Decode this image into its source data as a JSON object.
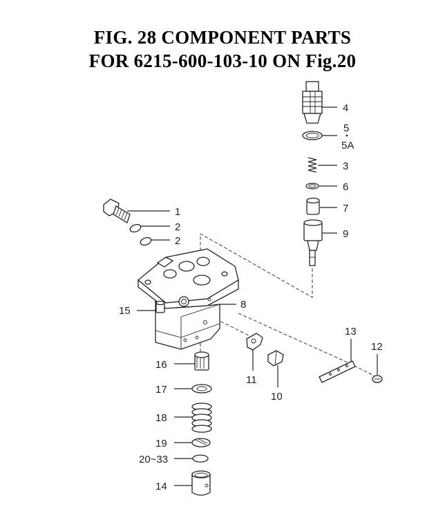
{
  "title": {
    "line1": "FIG. 28  COMPONENT PARTS",
    "line2": "FOR 6215-600-103-10 ON Fig.20"
  },
  "callouts": {
    "c1": "1",
    "c2a": "2",
    "c2b": "2",
    "c3": "3",
    "c4": "4",
    "c5": "5",
    "c5a": "5A",
    "c6": "6",
    "c7": "7",
    "c8": "8",
    "c9": "9",
    "c10": "10",
    "c11": "11",
    "c12": "12",
    "c13": "13",
    "c14": "14",
    "c15": "15",
    "c16": "16",
    "c17": "17",
    "c18": "18",
    "c19": "19",
    "c20_33": "20~33"
  }
}
